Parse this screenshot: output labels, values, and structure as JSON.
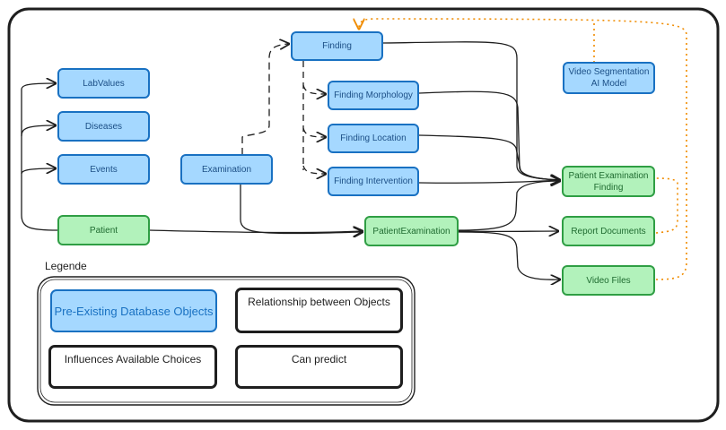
{
  "nodes": {
    "labvalues": "LabValues",
    "diseases": "Diseases",
    "events": "Events",
    "patient": "Patient",
    "examination": "Examination",
    "finding": "Finding",
    "finding_morphology": "Finding Morphology",
    "finding_location": "Finding Location",
    "finding_intervention": "Finding Intervention",
    "patient_examination": "PatientExamination",
    "video_segmentation": [
      "Video Segmentation",
      "AI Model"
    ],
    "patient_examination_finding": [
      "Patient Examination",
      "Finding"
    ],
    "report_documents": "Report Documents",
    "video_files": "Video Files"
  },
  "legend": {
    "title": "Legende",
    "pre_existing": "Pre-Existing Database Objects",
    "relationship": "Relationship between Objects",
    "influences": "Influences Available Choices",
    "can_predict": "Can predict"
  },
  "colors": {
    "blue_fill": "#a5d8ff",
    "blue_stroke": "#1971c2",
    "green_fill": "#b2f2bb",
    "green_stroke": "#2f9e44",
    "predict_arrow": "#f08c00",
    "line": "#1e1e1e"
  }
}
